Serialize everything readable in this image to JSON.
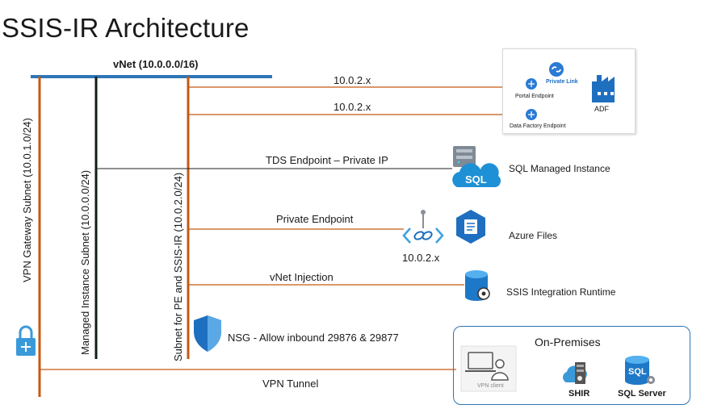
{
  "title": "SSIS-IR Architecture",
  "vnet_label": "vNet (10.0.0.0/16)",
  "subnets": {
    "vpn_gateway": "VPN Gateway Subnet (10.0.1.0/24)",
    "managed_instance": "Managed Instance Subnet (10.0.0.0/24)",
    "pe_ssis": "Subnet for PE and SSIS-IR (10.0.2.0/24)"
  },
  "connections": {
    "portal_ip": "10.0.2.x",
    "df_ip": "10.0.2.x",
    "tds": "TDS Endpoint – Private IP",
    "private_endpoint": "Private Endpoint",
    "pe_ip": "10.0.2.x",
    "vnet_injection": "vNet Injection",
    "nsg": "NSG - Allow inbound 29876 & 29877",
    "vpn_tunnel": "VPN Tunnel"
  },
  "adf_panel": {
    "private_link": "Private Link",
    "portal_endpoint": "Portal  Endpoint",
    "df_endpoint": "Data Factory  Endpoint",
    "adf": "ADF"
  },
  "services": {
    "sql_mi": "SQL Managed Instance",
    "azure_files": "Azure Files",
    "ssis_ir": "SSIS Integration Runtime",
    "sql_icon_text": "SQL"
  },
  "on_premises": {
    "title": "On-Premises",
    "vpn_client": "VPN client",
    "shir": "SHIR",
    "sql_server": "SQL Server",
    "sql_icon_text": "SQL"
  },
  "colors": {
    "vnet_bar": "#2e75b6",
    "subnet_line": "#c55a11",
    "mi_line": "#0d1f12",
    "azure_blue": "#0078d4"
  }
}
